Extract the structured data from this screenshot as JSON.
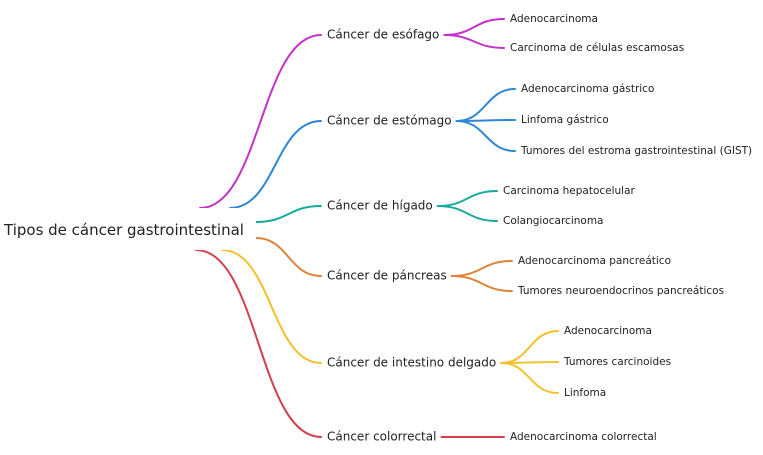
{
  "root": {
    "label": "Tipos de cáncer gastrointestinal"
  },
  "branches": [
    {
      "label": "Cáncer de esófago",
      "color": "#c032c8",
      "children": [
        "Adenocarcinoma",
        "Carcinoma de células escamosas"
      ]
    },
    {
      "label": "Cáncer de estómago",
      "color": "#2f86d6",
      "children": [
        "Adenocarcinoma gástrico",
        "Linfoma gástrico",
        "Tumores del estroma gastrointestinal (GIST)"
      ]
    },
    {
      "label": "Cáncer de hígado",
      "color": "#1aaa9b",
      "children": [
        "Carcinoma hepatocelular",
        "Colangiocarcinoma"
      ]
    },
    {
      "label": "Cáncer de páncreas",
      "color": "#e0823a",
      "children": [
        "Adenocarcinoma pancreático",
        "Tumores neuroendocrinos pancreáticos"
      ]
    },
    {
      "label": "Cáncer de intestino delgado",
      "color": "#f3c12c",
      "children": [
        "Adenocarcinoma",
        "Tumores carcinoides",
        "Linfoma"
      ]
    },
    {
      "label": "Cáncer colorrectal",
      "color": "#d0404e",
      "children": [
        "Adenocarcinoma colorrectal"
      ]
    }
  ]
}
